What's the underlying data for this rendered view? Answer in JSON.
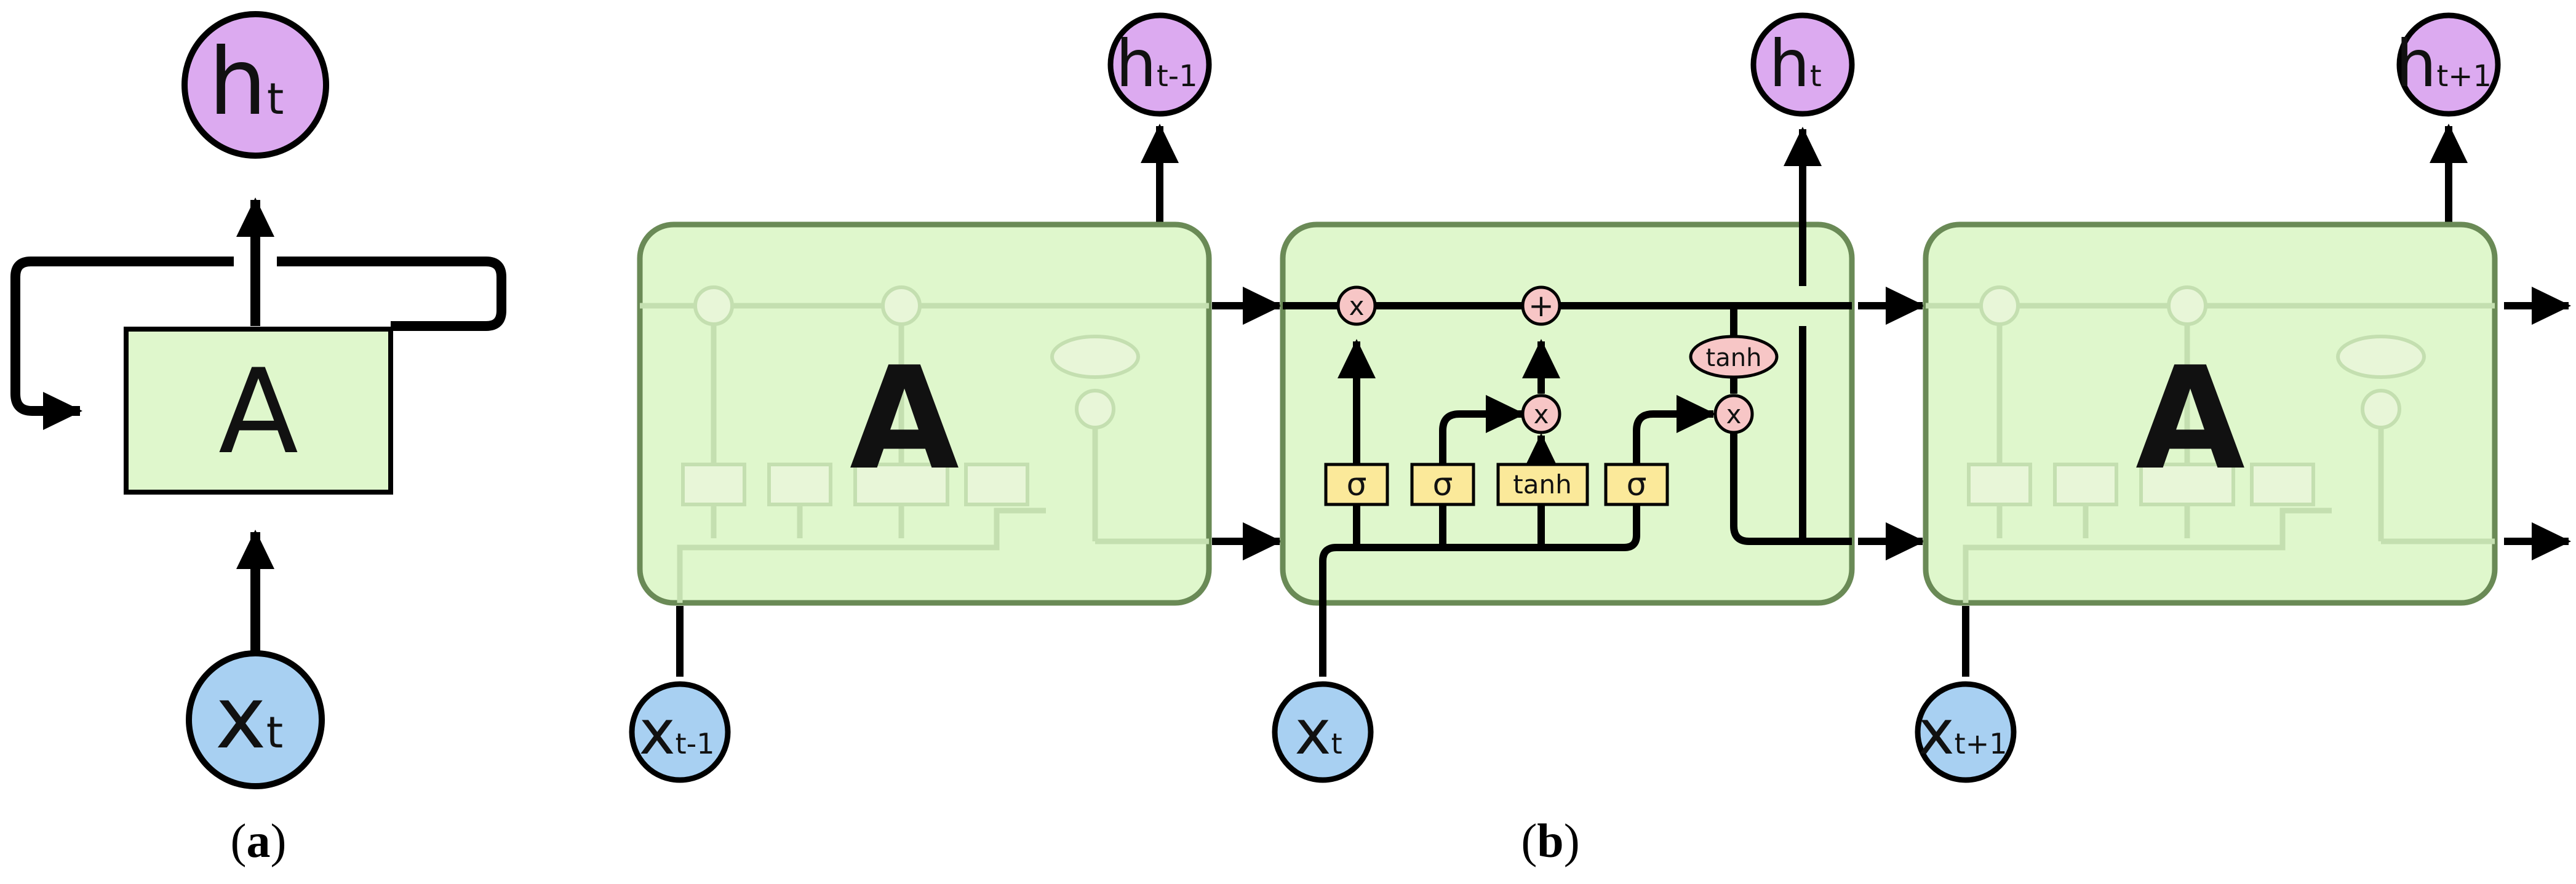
{
  "panel_a": {
    "cell_label": "A",
    "output": {
      "main": "h",
      "sub": "t"
    },
    "input": {
      "main": "x",
      "sub": "t"
    },
    "caption": {
      "open": "(",
      "letter": "a",
      "close": ")"
    }
  },
  "panel_b": {
    "cells": [
      {
        "label": "A",
        "output": {
          "main": "h",
          "sub": "t-1"
        },
        "input": {
          "main": "x",
          "sub": "t-1"
        }
      },
      {
        "label": "",
        "output": {
          "main": "h",
          "sub": "t"
        },
        "input": {
          "main": "x",
          "sub": "t"
        }
      },
      {
        "label": "A",
        "output": {
          "main": "h",
          "sub": "t+1"
        },
        "input": {
          "main": "x",
          "sub": "t+1"
        }
      }
    ],
    "ops": {
      "multiply": "x",
      "add": "+"
    },
    "gates": {
      "sigma": "σ",
      "tanh": "tanh"
    },
    "caption": {
      "open": "(",
      "letter": "b",
      "close": ")"
    }
  },
  "colors": {
    "cell_fill": "#dff7cc",
    "cell_stroke": "#6a8a56",
    "gate_fill": "#fbe99a",
    "op_fill": "#f7c6c6",
    "output_node": "#dcaaf0",
    "input_node": "#a8d0f2",
    "line": "#000000"
  }
}
